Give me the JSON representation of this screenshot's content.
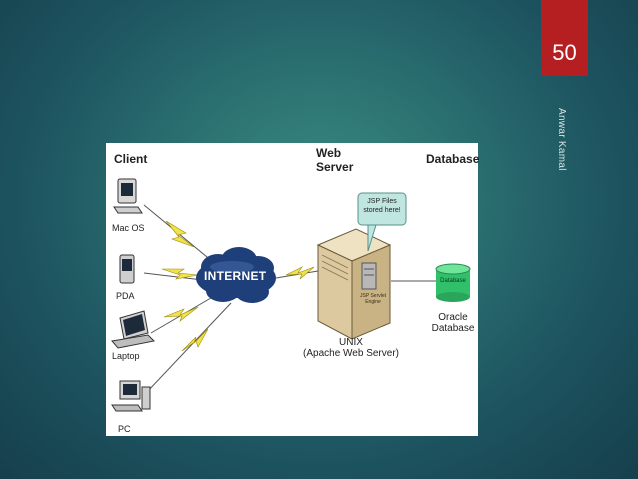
{
  "slide": {
    "page_number": "50",
    "author": "Anwar Kamal"
  },
  "diagram": {
    "headers": {
      "client": "Client",
      "web_server": "Web Server",
      "database": "Database"
    },
    "clients": [
      "Mac OS",
      "PDA",
      "Laptop",
      "PC"
    ],
    "internet_label": "INTERNET",
    "callout": "JSP Files stored here!",
    "engine_label": "JSP Servlet Engine",
    "server_caption_line1": "UNIX",
    "server_caption_line2": "(Apache Web Server)",
    "db_cylinder_label": "Database",
    "db_caption_line1": "Oracle",
    "db_caption_line2": "Database"
  },
  "colors": {
    "badge": "#b51f22",
    "lightning": "#f2e24a",
    "cloud": "#1f3f7a",
    "db": "#31c06a"
  }
}
